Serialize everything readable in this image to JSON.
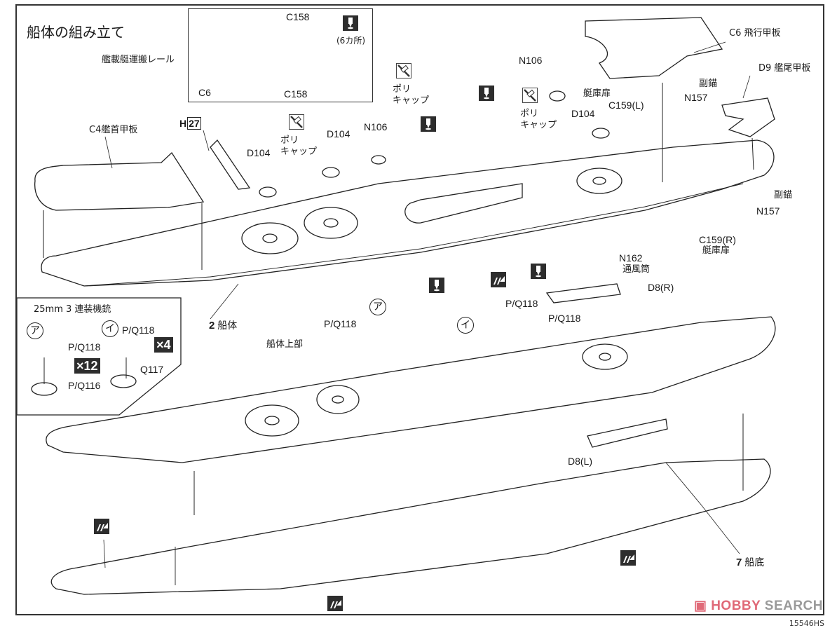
{
  "title": "船体の組み立て",
  "inset_top": {
    "rail_label": "艦載艇運搬レール",
    "part_c158_top": "C158",
    "part_c158_bottom": "C158",
    "part_c6": "C6",
    "glue_count": "(6カ所)"
  },
  "labels": {
    "c6_flight_deck": "C6 飛行甲板",
    "d9_stern_deck": "D9 艦尾甲板",
    "c4_bow_deck": "C4艦首甲板",
    "h27_prefix": "H",
    "h27_number": "27",
    "d104_a": "D104",
    "d104_b": "D104",
    "d104_c": "D104",
    "n106_a": "N106",
    "n106_b": "N106",
    "polycap_a": "ポリ\nキャップ",
    "polycap_b": "ポリ\nキャップ",
    "polycap_c": "ポリ\nキャップ",
    "boat_door_top": "艇庫扉",
    "c159l": "C159(L)",
    "n157_top": "N157",
    "anchor_top": "副錨",
    "anchor_right": "副錨",
    "n157_right": "N157",
    "c159r": "C159(R)",
    "boat_door_right": "艇庫扉",
    "n162": "N162",
    "ventilator": "通風筒",
    "d8r": "D8(R)",
    "d8l": "D8(L)",
    "hull_num": "2",
    "hull_name": "船体",
    "upper_hull": "船体上部",
    "bottom_num": "7",
    "bottom_name": "船底",
    "pq118_a": "P/Q118",
    "pq118_b": "P/Q118",
    "pq118_c": "P/Q118",
    "circle_a": "ア",
    "circle_i": "イ"
  },
  "inset_aa": {
    "title": "25mm 3 連装機銃",
    "type_a": "ア",
    "type_i": "イ",
    "a_part_top": "P/Q118",
    "a_part_bottom": "P/Q116",
    "a_count": "×12",
    "i_part_top": "P/Q118",
    "i_part_bottom": "Q117",
    "i_count": "×4"
  },
  "icons": {
    "glue": "glue-icon",
    "no_glue": "no-glue-icon",
    "paint": "paint-icon"
  },
  "watermark": {
    "logo": "▣",
    "brand_a": "HOBBY",
    "brand_b": "SEARCH"
  },
  "footer_code": "15546HS"
}
